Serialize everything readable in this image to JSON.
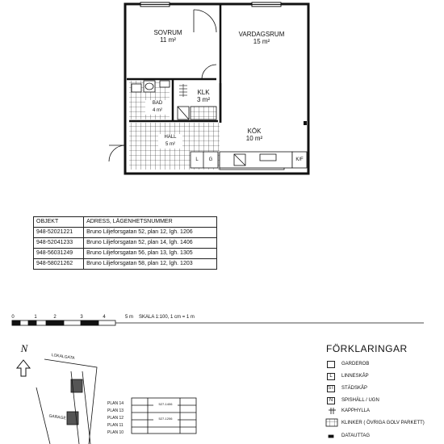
{
  "rooms": {
    "sovrum": {
      "name": "SOVRUM",
      "area": "11 m²"
    },
    "vardagsrum": {
      "name": "VARDAGSRUM",
      "area": "15 m²"
    },
    "klk": {
      "name": "KLK",
      "area": "3 m²"
    },
    "kok": {
      "name": "KÖK",
      "area": "10 m²"
    },
    "bad": {
      "name": "BAD",
      "area": "4 m²"
    },
    "hall": {
      "name": "HALL",
      "area": "5 m²"
    }
  },
  "fixtures": {
    "l": "L",
    "g": "G",
    "kf": "K/F"
  },
  "table": {
    "headers": [
      "OBJEKT",
      "ADRESS, LÄGENHETSNUMMER"
    ],
    "rows": [
      [
        "948-52021221",
        "Bruno Liljeforsgatan 52, plan 12, lgh. 1206"
      ],
      [
        "948-52041233",
        "Bruno Liljeforsgatan 52, plan 14, lgh. 1406"
      ],
      [
        "948-56031249",
        "Bruno Liljeforsgatan 56, plan 13, lgh. 1305"
      ],
      [
        "948-58021262",
        "Bruno Liljeforsgatan 58, plan 12, lgh. 1203"
      ]
    ]
  },
  "scale": {
    "ticks": [
      "0",
      "1",
      "2",
      "3",
      "4",
      "5 m"
    ],
    "text": "SKALA 1:100, 1 cm = 1 m"
  },
  "north": "N",
  "site": {
    "street": "LOKALGATA",
    "garage": "GARAGE"
  },
  "section": {
    "plans": [
      "PLAN 14",
      "PLAN 13",
      "PLAN 12",
      "PLAN 11",
      "PLAN 10"
    ],
    "apt_labels": [
      "527-1406",
      "527-1206"
    ]
  },
  "legend": {
    "title": "FÖRKLARINGAR",
    "items": [
      {
        "symbol": "",
        "label": "GARDEROB"
      },
      {
        "symbol": "L",
        "label": "LINNESKÅP"
      },
      {
        "symbol": "ST",
        "label": "STÄDSKÅP"
      },
      {
        "symbol": "N",
        "label": "SPISHÄLL / UGN"
      },
      {
        "symbol": "",
        "label": "KAPPHYLLA"
      },
      {
        "symbol": "",
        "label": "KLINKER  ( ÖVRIGA GOLV PARKETT)"
      },
      {
        "symbol": "",
        "label": "DATAUTTAG"
      }
    ]
  }
}
